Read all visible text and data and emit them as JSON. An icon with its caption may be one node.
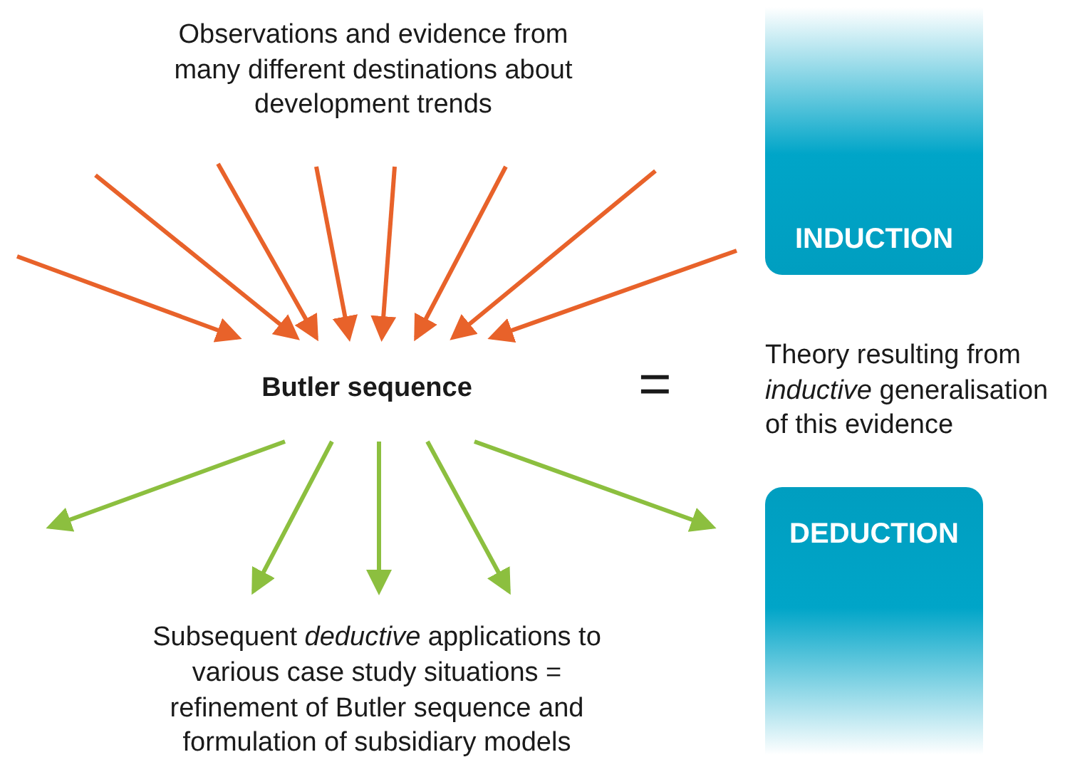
{
  "diagram": {
    "nodes": [
      {
        "text": [
          "Observations and evidence from many different destinations about development trends"
        ]
      },
      {
        "text": [
          "Butler sequence"
        ]
      },
      {
        "text": [
          "Subsequent *deductive* applications to various case study situations = refinement of Butler sequence and formulation of subsidiary models"
        ]
      },
      {
        "text": [
          "INDUCTION"
        ]
      },
      {
        "text": [
          "Theory resulting from *inductive* generalisation of this evidence"
        ]
      },
      {
        "text": [
          "DEDUCTION"
        ]
      }
    ],
    "edges": [
      {
        "from": null,
        "to": 1,
        "arrow": "to"
      },
      {
        "from": null,
        "to": 1,
        "arrow": "to"
      },
      {
        "from": null,
        "to": 1,
        "arrow": "to"
      },
      {
        "from": null,
        "to": 1,
        "arrow": "to"
      },
      {
        "from": null,
        "to": 1,
        "arrow": "to"
      },
      {
        "from": null,
        "to": 1,
        "arrow": "to"
      },
      {
        "from": null,
        "to": 1,
        "arrow": "to"
      },
      {
        "from": null,
        "to": 1,
        "arrow": "to"
      },
      {
        "from": 1,
        "to": null,
        "arrow": "to",
        "color": "#8cbf3f"
      },
      {
        "from": 1,
        "to": 2,
        "arrow": "to",
        "color": "#8cbf3f"
      },
      {
        "from": 1,
        "to": 2,
        "arrow": "to",
        "color": "#8cbf3f"
      },
      {
        "from": 1,
        "to": 2,
        "arrow": "to",
        "color": "#8cbf3f"
      },
      {
        "from": 1,
        "to": null,
        "arrow": "to",
        "color": "#8cbf3f"
      }
    ],
    "labels": [
      "="
    ]
  }
}
